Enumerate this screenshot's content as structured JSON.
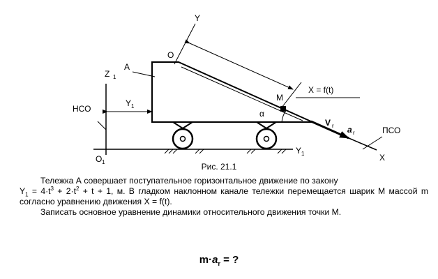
{
  "figure": {
    "labels": {
      "y_axis": "Y",
      "origin": "O",
      "cart": "A",
      "z1": "Z",
      "z1_sub": "1",
      "nso": "НСО",
      "y1_dim": "Y",
      "y1_dim_sub": "1",
      "point_m": "M",
      "x_law": "X = f(t)",
      "alpha": "α",
      "vr": "V",
      "vr_sub": "r",
      "ar": "a",
      "ar_sub": "r",
      "pso": "ПСО",
      "x_axis": "X",
      "o1": "O",
      "o1_sub": "1",
      "y1_axis": "Y",
      "y1_axis_sub": "1"
    },
    "caption": "Рис. 21.1"
  },
  "problem": {
    "line1": "Тележка А совершает поступательное горизонтальное движение по закону",
    "law_var": "Y",
    "law_var_sub": "1",
    "law_eq": " = 4·t",
    "law_pow3": "3",
    "law_mid": " + 2·t",
    "law_pow2": "2",
    "law_tail": " + t + 1, м. В гладком наклонном канале тележки перемещается шарик М массой m согласно уравнению движения X = f(t).",
    "task": "Записать основное уравнение динамики относительного движения точки М."
  },
  "formula": {
    "m": "m·",
    "a": "a",
    "a_sub": "r",
    "rhs": " = ?"
  }
}
